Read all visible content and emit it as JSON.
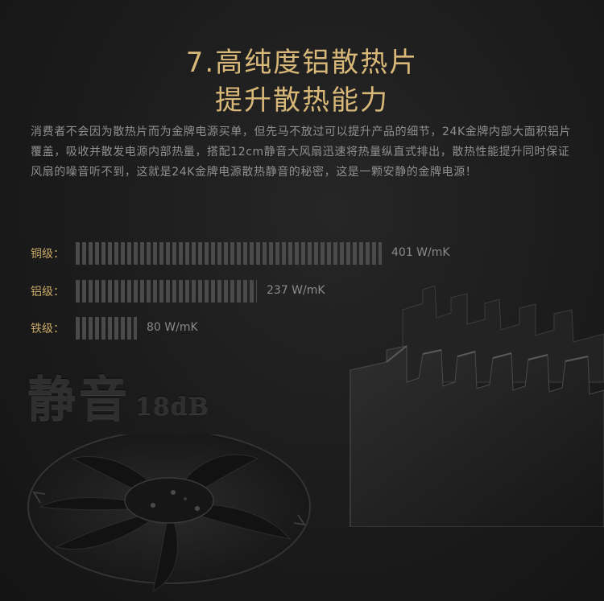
{
  "title": {
    "line1": "7.高纯度铝散热片",
    "line2": "提升散热能力"
  },
  "description": "消费者不会因为散热片而为金牌电源买单，但先马不放过可以提升产品的细节，24K金牌内部大面积铝片覆盖，吸收并散发电源内部热量，搭配12cm静音大风扇迅速将热量纵直式排出，散热性能提升同时保证风扇的噪音听不到，这就是24K金牌电源散热静音的秘密，这是一颗安静的金牌电源！",
  "bars": [
    {
      "label": "铜级：",
      "value_text": "401 W/mK",
      "value": 401
    },
    {
      "label": "铝级：",
      "value_text": "237 W/mK",
      "value": 237
    },
    {
      "label": "铁级：",
      "value_text": "80 W/mK",
      "value": 80
    }
  ],
  "quiet": {
    "text": "静音",
    "sub": "18dB"
  },
  "colors": {
    "gold": "#d8b878",
    "bar_label": "#c8aa66",
    "bar": "#4a4a4a",
    "background": "#1c1c1c"
  }
}
